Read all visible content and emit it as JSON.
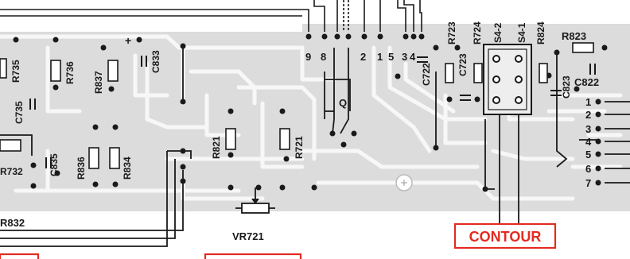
{
  "components": {
    "r735": "R735",
    "r736": "R736",
    "r837": "R837",
    "c833": "C833",
    "c735": "C735",
    "r732": "R732",
    "c835": "C835",
    "r836": "R836",
    "r834": "R834",
    "r832": "R832",
    "r821": "R821",
    "r721": "R721",
    "vr721": "VR721",
    "q": "Q",
    "c722": "C722",
    "c723": "C723",
    "r723": "R723",
    "r724": "R724",
    "s4_2": "S4-2",
    "s4_1": "S4-1",
    "r824": "R824",
    "r823": "R823",
    "c823": "C823",
    "c822": "C822"
  },
  "top_pins": {
    "p9": "9",
    "p8": "8",
    "p2": "2",
    "p1": "1",
    "p5": "5",
    "p3": "3",
    "p4": "4"
  },
  "right_pins": [
    "1",
    "2",
    "3",
    "4",
    "5",
    "6",
    "7"
  ],
  "polarity": "+",
  "contour_label": "CONTOUR",
  "colors": {
    "board": "#dcdcdc",
    "trace": "#f4f4f4",
    "ink": "#1a1a1a",
    "accent": "#e32b22"
  }
}
